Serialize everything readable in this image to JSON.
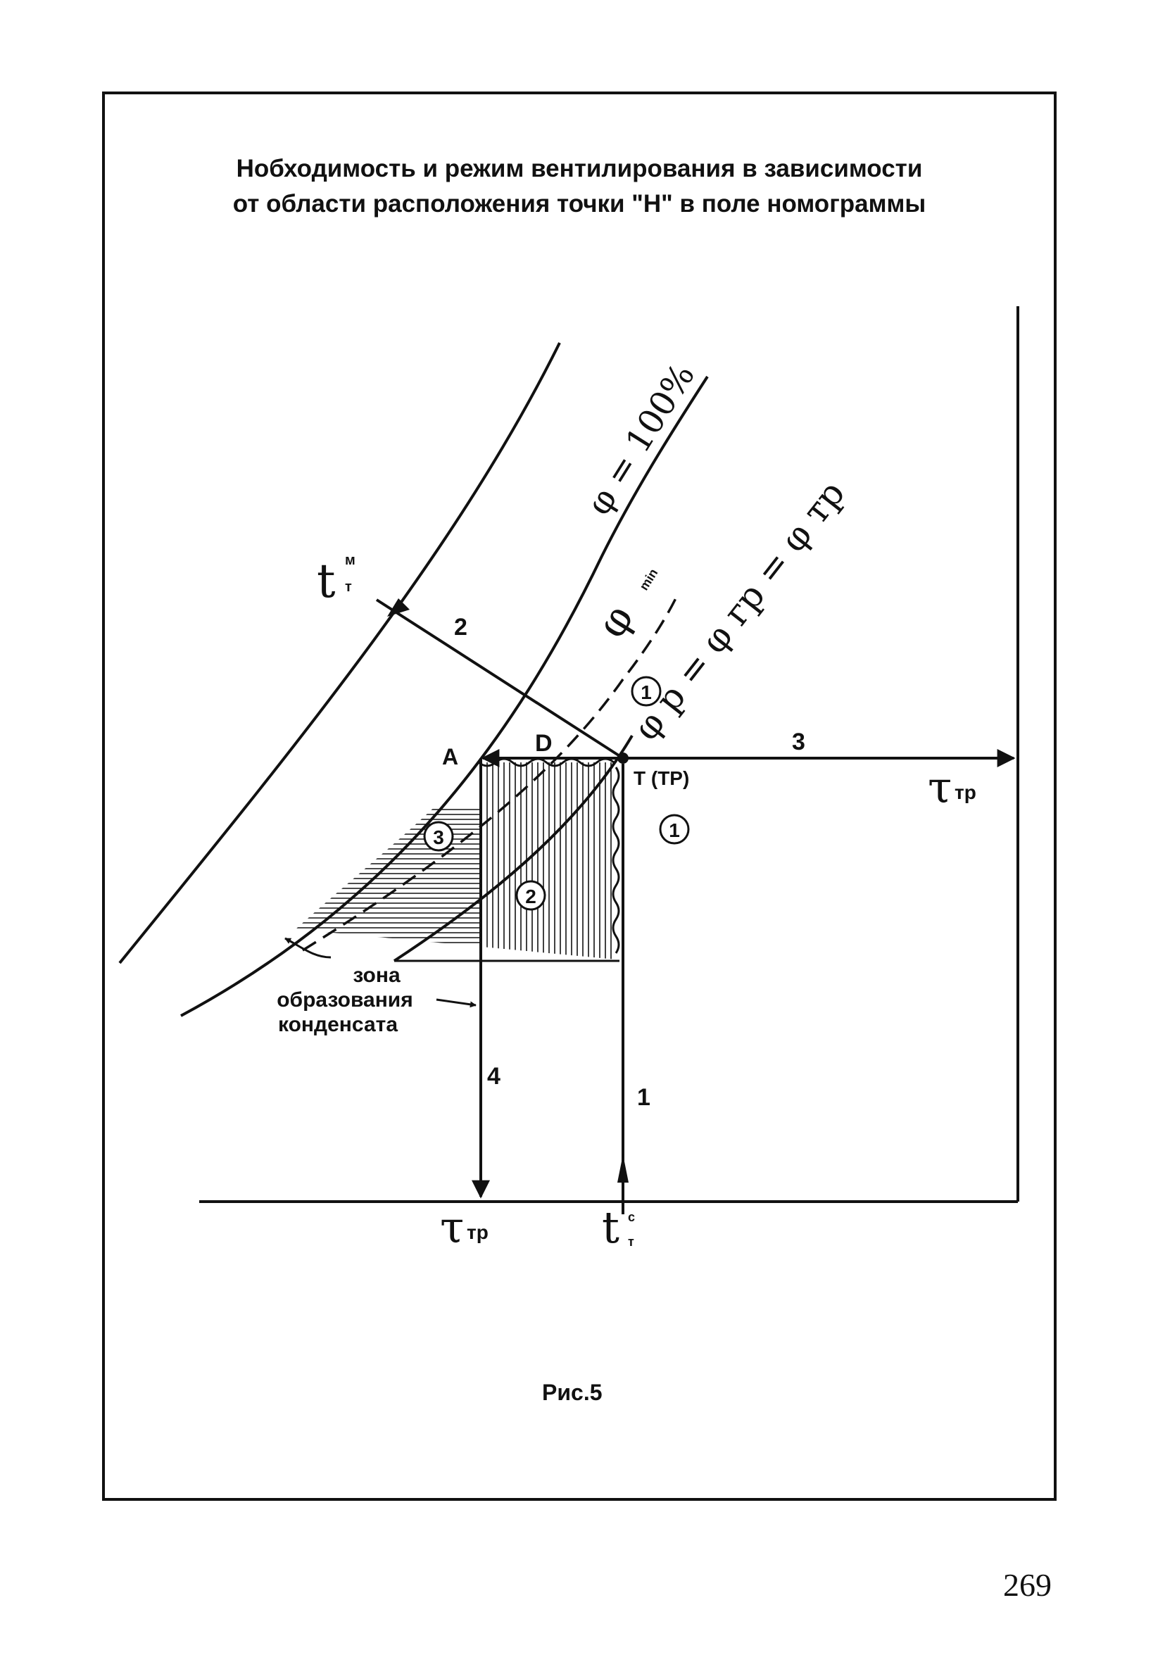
{
  "title": {
    "line1": "Нобходимость и режим вентилирования в зависимости",
    "line2": "от области расположения точки \"Н\" в поле номограммы"
  },
  "labels": {
    "t_m": "t",
    "t_m_sup": "м",
    "t_m_sub": "т",
    "phi_100": "φ = 100%",
    "phi_min": "φ",
    "phi_min_sub": "min",
    "phi_eq": "φ р = φ гр = φ тр",
    "point_A": "A",
    "point_D": "D",
    "point_T": "T (TP)",
    "line_1": "1",
    "line_2": "2",
    "line_3": "3",
    "line_4": "4",
    "zone_1a": "1",
    "zone_1b": "1",
    "zone_2": "2",
    "zone_3": "3",
    "tau_right": "τ",
    "tau_right_sub": "тр",
    "tau_bottom": "τ",
    "tau_bottom_sub": "тр",
    "t_c": "t",
    "t_c_sup": "с",
    "t_c_sub": "т",
    "condensate_1": "зона",
    "condensate_2": "образования",
    "condensate_3": "конденсата"
  },
  "caption": "Рис.5",
  "page_number": "269",
  "colors": {
    "ink": "#111111",
    "paper": "#ffffff"
  }
}
